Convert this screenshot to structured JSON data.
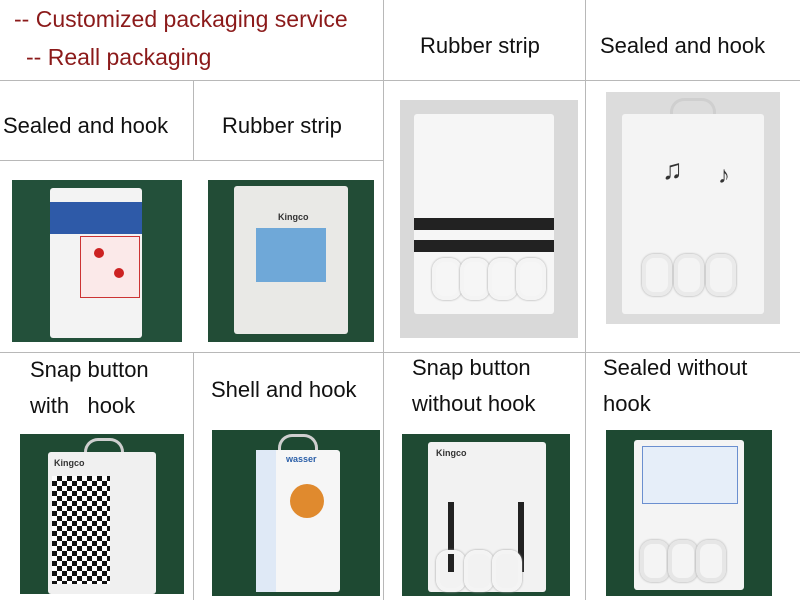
{
  "header": {
    "line1": "-- Customized packaging service",
    "line2": "-- Reall packaging"
  },
  "cells": {
    "rubber_strip_top": "Rubber strip",
    "sealed_hook_top": "Sealed and hook",
    "sealed_hook_left": "Sealed and hook",
    "rubber_strip_left": "Rubber strip",
    "snap_with_line1": "Snap button",
    "snap_with_line2": "with   hook",
    "shell_hook": "Shell and hook",
    "snap_without_line1": "Snap button",
    "snap_without_line2": "without hook",
    "sealed_without_line1": "Sealed without",
    "sealed_without_line2": "hook"
  },
  "brand": {
    "kingco": "Kingco",
    "wasser": "wasser"
  },
  "colors": {
    "header_text": "#8b1a1a",
    "grid_line": "#b8b8b8",
    "photo_bg": "#1f4d35"
  }
}
